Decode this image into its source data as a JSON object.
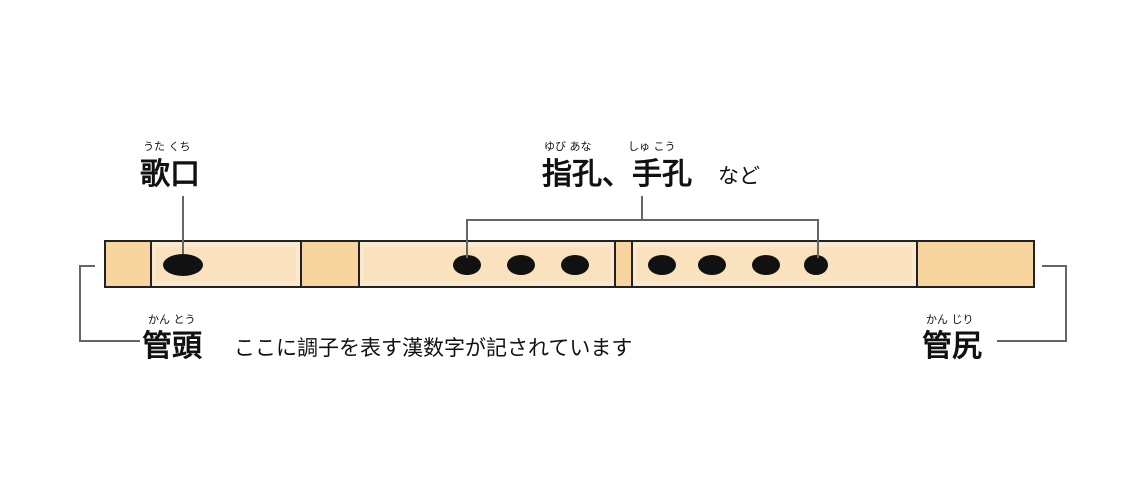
{
  "colors": {
    "tube_light": "#fbe9cf",
    "tube_band": "#f8d59e",
    "outline": "#222222",
    "hole": "#111111",
    "leader": "#666666"
  },
  "labels": {
    "utakuchi": {
      "ruby": "うた くち",
      "text": "歌口"
    },
    "finger_holes": {
      "ruby_1": "ゆび あな",
      "ruby_2": "しゅ こう",
      "text": "指孔、手孔",
      "suffix": "など"
    },
    "kanto": {
      "ruby": "かん とう",
      "text": "管頭",
      "note": "ここに調子を表す漢数字が記されています"
    },
    "kanjiri": {
      "ruby": "かん じり",
      "text": "管尻"
    }
  },
  "finger_hole_count": 7
}
